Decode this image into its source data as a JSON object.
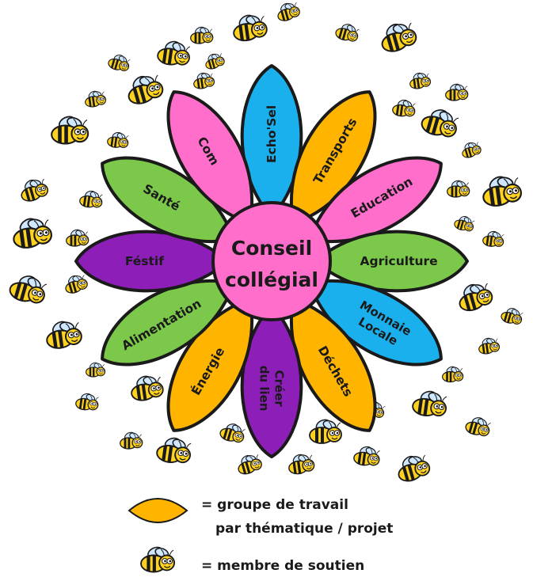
{
  "center": {
    "line1": "Conseil",
    "line2": "collégial",
    "color": "#ff6ecb"
  },
  "petals": [
    {
      "label": "Echo'Sel",
      "color": "#1ab0ee"
    },
    {
      "label": "Transports",
      "color": "#ffb400"
    },
    {
      "label": "Education",
      "color": "#ff6ecb"
    },
    {
      "label": "Agriculture",
      "color": "#7cc84a"
    },
    {
      "label": "Monnaie Locale",
      "color": "#1ab0ee"
    },
    {
      "label": "Déchets",
      "color": "#ffb400"
    },
    {
      "label": "Créer du lien",
      "color": "#8d1fb8"
    },
    {
      "label": "Énergie",
      "color": "#ffb400"
    },
    {
      "label": "Alimentation",
      "color": "#7cc84a"
    },
    {
      "label": "Féstif",
      "color": "#8d1fb8"
    },
    {
      "label": "Santé",
      "color": "#7cc84a"
    },
    {
      "label": "Com",
      "color": "#ff6ecb"
    }
  ],
  "legend": {
    "petal_line1": "= groupe de travail",
    "petal_line2": "par thématique / projet",
    "petal_color": "#ffb400",
    "bee_text": "= membre de soutien"
  },
  "icons": {
    "bee": "bee-icon",
    "petal": "petal-icon"
  },
  "colors": {
    "outline": "#1a1a1a",
    "bee_yellow": "#ffd21f",
    "wing": "#cfe8ff"
  }
}
